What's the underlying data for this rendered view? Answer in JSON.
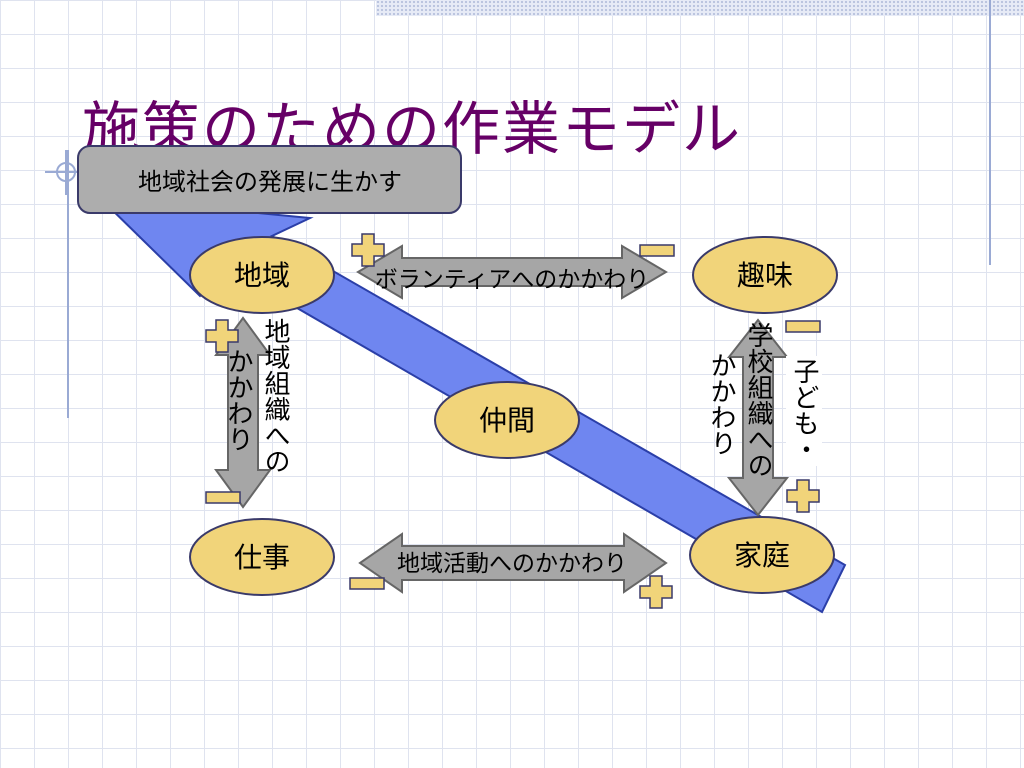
{
  "slide": {
    "title": "施策のための作業モデル",
    "goal_label": "地域社会の発展に生かす",
    "nodes": {
      "chiiki": "地域",
      "shumi": "趣味",
      "nakama": "仲間",
      "shigoto": "仕事",
      "katei": "家庭"
    },
    "arrows": {
      "volunteer": "ボランティアへのかかわり",
      "chiiki_katsudo": "地域活動へのかかわり",
      "chiiki_soshiki_outer": "地域組織への",
      "chiiki_soshiki_inner": "かかわり",
      "gakko_inner": "学校組織への",
      "gakko_outer": "かかわり",
      "kodomo": "子ども・"
    }
  },
  "colors": {
    "title": "#660066",
    "node_fill": "#f1d47a",
    "arrow_fill": "#a6a6a6",
    "diagonal_fill": "#6f86f0",
    "sign_fill": "#f1d47a"
  }
}
